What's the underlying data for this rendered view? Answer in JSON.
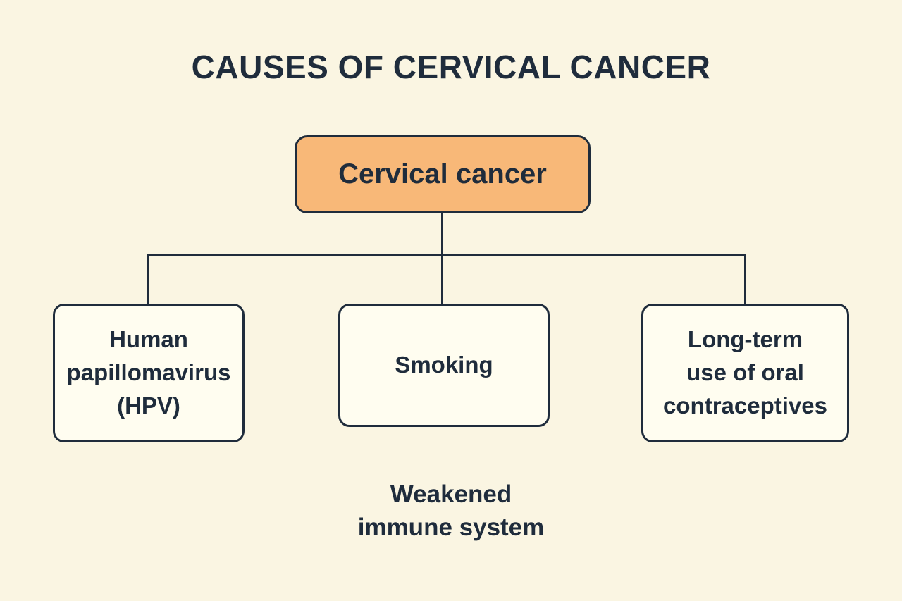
{
  "title": "CAUSES OF CERVICAL CANCER",
  "colors": {
    "background": "#FAF5E2",
    "box_fill": "#FFFDF0",
    "root_fill": "#F8B878",
    "line": "#1F2C3C",
    "text": "#1F2C3C"
  },
  "diagram": {
    "type": "tree",
    "root": {
      "label": "Cervical cancer"
    },
    "causes": [
      {
        "id": "hpv",
        "label": "Human\npapillomavirus\n(HPV)",
        "boxed": true
      },
      {
        "id": "smoking",
        "label": "Smoking",
        "boxed": true
      },
      {
        "id": "oral-contraceptives",
        "label": "Long-term\nuse of oral\ncontraceptives",
        "boxed": true
      },
      {
        "id": "weakened-immune-system",
        "label": "Weakened\nimmune system",
        "boxed": false
      }
    ]
  }
}
